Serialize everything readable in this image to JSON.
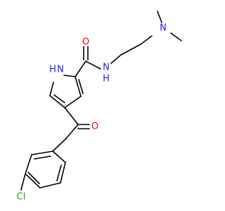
{
  "molecule": {
    "atoms": {
      "o_amide": "O",
      "n_amide": "N",
      "h_amide": "H",
      "n_amine": "N",
      "nh_pyrrole": "H",
      "n_pyrrole": "N",
      "o_ketone": "O",
      "cl": "Cl"
    }
  },
  "colors": {
    "bond": "#000000",
    "nitrogen": "#2222dd",
    "oxygen": "#ff0000",
    "chlorine": "#1fa11f"
  }
}
